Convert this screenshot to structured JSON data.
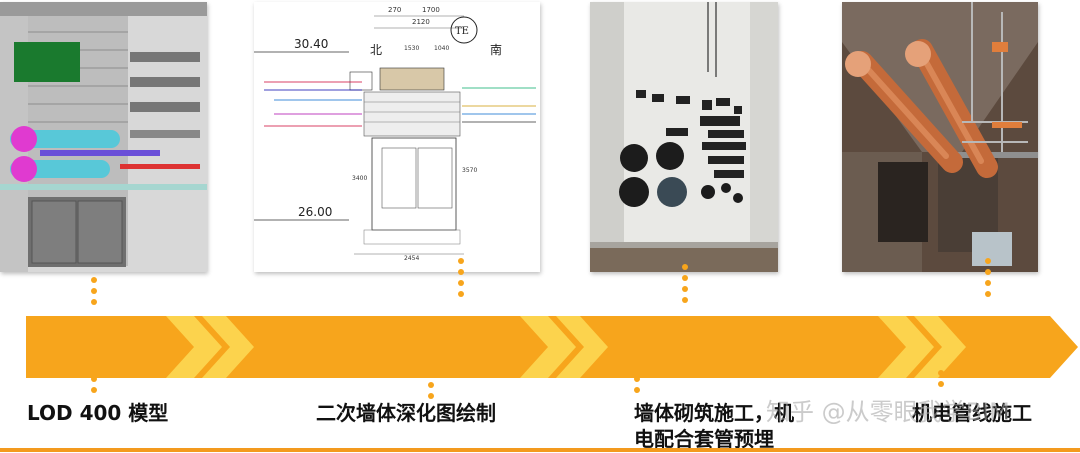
{
  "colors": {
    "arrow": "#f7a51c",
    "chevron": "#fcd34d",
    "bottom_line": "#f39a1e"
  },
  "stages": [
    {
      "label": "LOD 400 模型"
    },
    {
      "label": "二次墙体深化图绘制"
    },
    {
      "label_line1": "墙体砌筑施工，机",
      "label_line2": "电配合套管预埋"
    },
    {
      "label": "机电管线施工"
    }
  ],
  "drawing": {
    "dims": [
      "270",
      "1700",
      "2120",
      "1530",
      "1040",
      "3400",
      "3570",
      "2454"
    ],
    "elev_top": "30.40",
    "elev_bottom": "26.00",
    "dir_north": "北",
    "dir_south": "南",
    "grid_mark": "TE"
  },
  "watermark": "知乎 @从零眼我学BIM"
}
